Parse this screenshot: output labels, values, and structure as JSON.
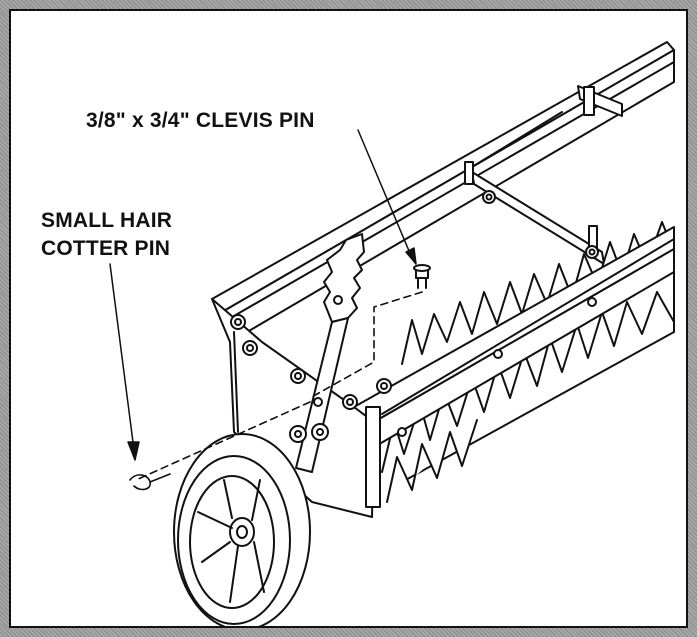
{
  "diagram": {
    "labels": {
      "clevis_pin": "3/8\" x 3/4\" CLEVIS PIN",
      "hair_cotter_line1": "SMALL HAIR",
      "hair_cotter_line2": "COTTER PIN"
    },
    "colors": {
      "ink": "#111111",
      "paper": "#ffffff",
      "border_pattern": "#9a9a9a"
    }
  }
}
